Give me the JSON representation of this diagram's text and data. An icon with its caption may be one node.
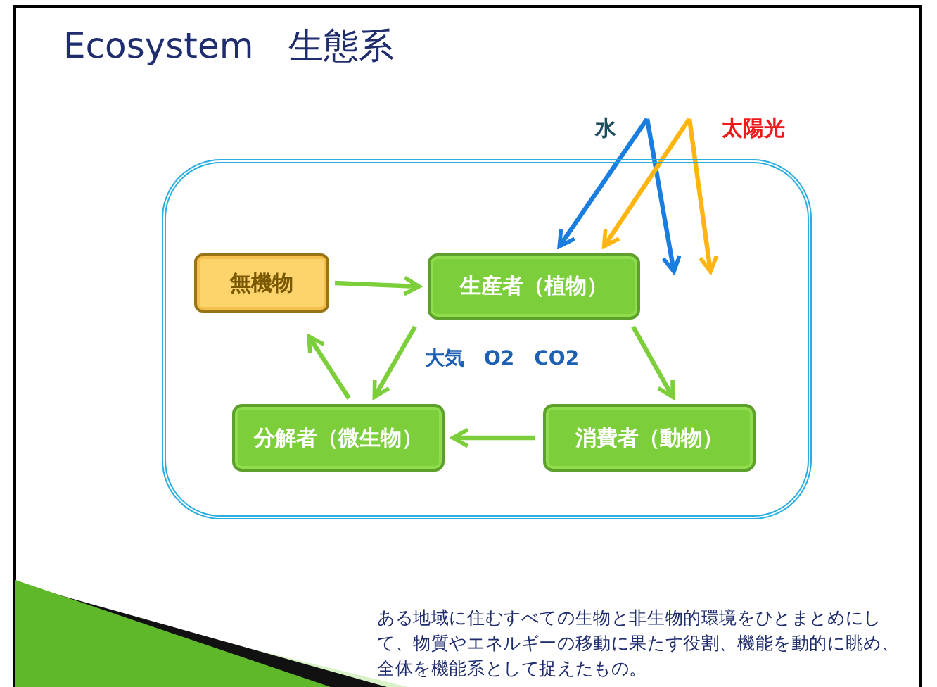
{
  "diagram": {
    "title": "Ecosystem　生態系",
    "nodes": [
      {
        "text": [
          "水"
        ]
      },
      {
        "text": [
          "太陽光"
        ]
      },
      {
        "text": [],
        "shape": "box"
      },
      {
        "text": [
          "無機物"
        ],
        "in": 2
      },
      {
        "text": [
          "生産者（植物）"
        ],
        "in": 2
      },
      {
        "text": [
          "分解者（微生物）"
        ],
        "in": 2
      },
      {
        "text": [
          "消費者（動物）"
        ],
        "in": 2
      }
    ],
    "edges": [
      {
        "from": 0,
        "to": 4,
        "arrow": "to",
        "color": "#1a7de0"
      },
      {
        "from": 0,
        "to": 4,
        "arrow": "to",
        "color": "#1a7de0"
      },
      {
        "from": 1,
        "to": 4,
        "arrow": "to",
        "color": "#ffb50f"
      },
      {
        "from": 1,
        "to": 4,
        "arrow": "to",
        "color": "#ffb50f"
      },
      {
        "from": 3,
        "to": 4,
        "arrow": "to"
      },
      {
        "from": 4,
        "to": 5,
        "arrow": "to"
      },
      {
        "from": 4,
        "to": 6,
        "arrow": "to"
      },
      {
        "from": 6,
        "to": 5,
        "arrow": "to"
      },
      {
        "from": 5,
        "to": 3,
        "arrow": "to"
      }
    ],
    "labels": [
      "大気　O2　CO2",
      "ある地域に住むすべての生物と非生物的環境をひとまとめにして、物質やエネルギーの移動に果たす役割、機能を動的に眺め、全体を機能系として捉えたもの。"
    ]
  }
}
